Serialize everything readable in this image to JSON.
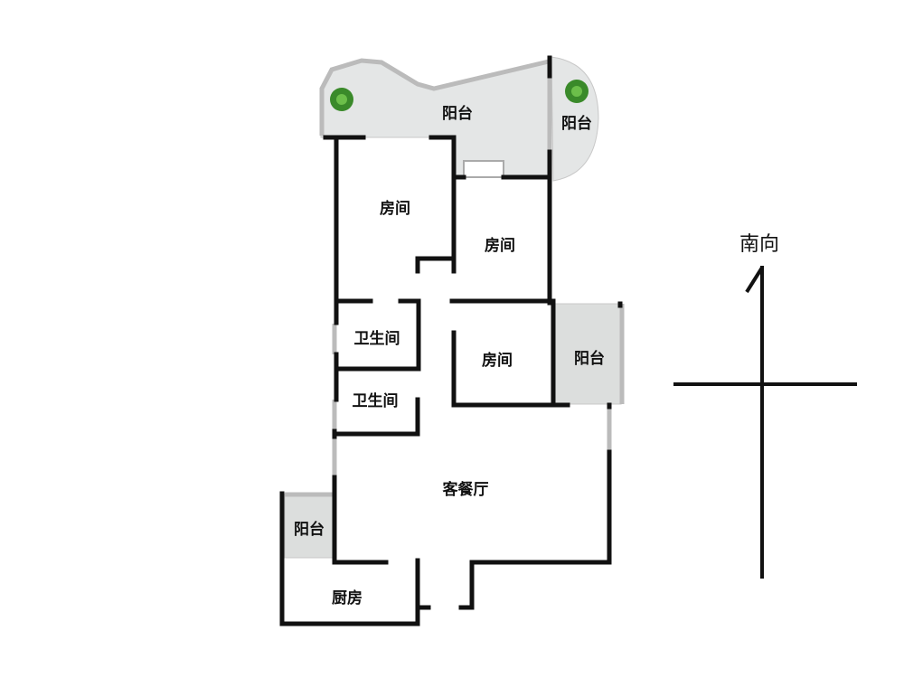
{
  "rooms": {
    "balcony_top": "阳台",
    "balcony_top_right": "阳台",
    "bedroom_1": "房间",
    "bedroom_2": "房间",
    "bedroom_3": "房间",
    "bathroom_1": "卫生间",
    "bathroom_2": "卫生间",
    "balcony_right": "阳台",
    "living_dining": "客餐厅",
    "balcony_left": "阳台",
    "kitchen": "厨房"
  },
  "compass": {
    "label": "南向"
  },
  "colors": {
    "wall": "#111111",
    "balcony": "#e4e6e6",
    "plant": "#3a8a2a"
  }
}
